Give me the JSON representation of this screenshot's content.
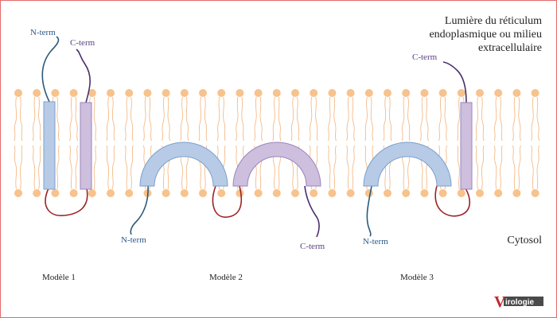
{
  "labels": {
    "lumen_line1": "Lumière du réticulum",
    "lumen_line2": "endoplasmique ou milieu",
    "lumen_line3": "extracellulaire",
    "cytosol": "Cytosol"
  },
  "models": [
    {
      "title": "Modèle 1"
    },
    {
      "title": "Modèle 2"
    },
    {
      "title": "Modèle 3"
    }
  ],
  "termini": {
    "m1_nterm": "N-term",
    "m1_cterm": "C-term",
    "m2_nterm": "N-term",
    "m2_cterm": "C-term",
    "m3_nterm": "N-term",
    "m3_cterm": "C-term"
  },
  "logo": {
    "letter": "V",
    "text": "irologie"
  },
  "colors": {
    "blue_fill": "#b7cbe6",
    "blue_stroke": "#7c9fce",
    "purple_fill": "#cdbfdd",
    "purple_stroke": "#9a86bd",
    "lipid_head": "#f7c28c",
    "lipid_tail": "#f2b37a",
    "loop_red": "#9b2226",
    "tail_blue": "#2a5a78",
    "tail_purple": "#4b2f6b"
  }
}
